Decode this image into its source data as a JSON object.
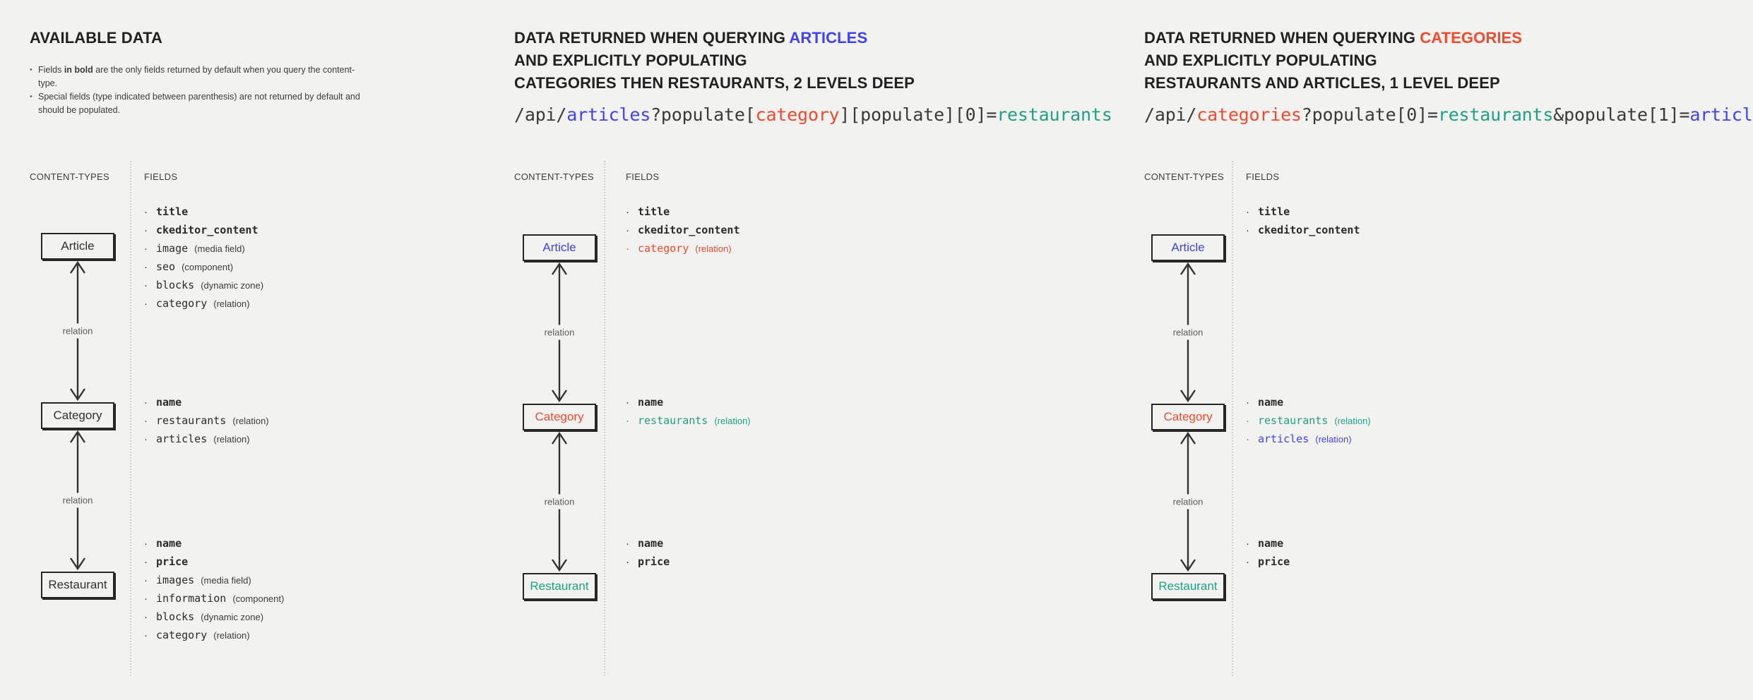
{
  "panels": [
    {
      "id": "available-data",
      "heading_plain": "AVAILABLE DATA",
      "notes": [
        {
          "pre": "Fields ",
          "bold": "in bold",
          "post": " are the only fields returned by default when you query the content-type."
        },
        {
          "pre": "Special fields (type indicated between parenthesis) are not returned by default and should be populated.",
          "bold": "",
          "post": ""
        }
      ],
      "columns": {
        "content_types": "CONTENT-TYPES",
        "fields": "FIELDS"
      },
      "nodes": [
        {
          "label": "Article",
          "color": "default"
        },
        {
          "label": "Category",
          "color": "default"
        },
        {
          "label": "Restaurant",
          "color": "default"
        }
      ],
      "relations": [
        {
          "label": "relation"
        },
        {
          "label": "relation"
        }
      ],
      "field_groups": [
        [
          {
            "name": "title",
            "type": "",
            "bold": true,
            "color": "default"
          },
          {
            "name": "ckeditor_content",
            "type": "",
            "bold": true,
            "color": "default"
          },
          {
            "name": "image",
            "type": "(media field)",
            "bold": false,
            "color": "default"
          },
          {
            "name": "seo",
            "type": "(component)",
            "bold": false,
            "color": "default"
          },
          {
            "name": "blocks",
            "type": "(dynamic zone)",
            "bold": false,
            "color": "default"
          },
          {
            "name": "category",
            "type": "(relation)",
            "bold": false,
            "color": "default"
          }
        ],
        [
          {
            "name": "name",
            "type": "",
            "bold": true,
            "color": "default"
          },
          {
            "name": "restaurants",
            "type": "(relation)",
            "bold": false,
            "color": "default"
          },
          {
            "name": "articles",
            "type": "(relation)",
            "bold": false,
            "color": "default"
          }
        ],
        [
          {
            "name": "name",
            "type": "",
            "bold": true,
            "color": "default"
          },
          {
            "name": "price",
            "type": "",
            "bold": true,
            "color": "default"
          },
          {
            "name": "images",
            "type": "(media field)",
            "bold": false,
            "color": "default"
          },
          {
            "name": "information",
            "type": "(component)",
            "bold": false,
            "color": "default"
          },
          {
            "name": "blocks",
            "type": "(dynamic zone)",
            "bold": false,
            "color": "default"
          },
          {
            "name": "category",
            "type": "(relation)",
            "bold": false,
            "color": "default"
          }
        ]
      ]
    },
    {
      "id": "query-articles",
      "heading_lines": [
        {
          "text": "DATA RETURNED WHEN QUERYING ",
          "accent": "ARTICLES",
          "accent_color": "blue"
        },
        {
          "text": "AND EXPLICITLY POPULATING",
          "accent": "",
          "accent_color": ""
        },
        {
          "text": "CATEGORIES THEN RESTAURANTS, 2 LEVELS DEEP",
          "accent": "",
          "accent_color": ""
        }
      ],
      "api_parts": [
        {
          "text": "/api/",
          "color": "default"
        },
        {
          "text": "articles",
          "color": "blue"
        },
        {
          "text": "?populate[",
          "color": "default"
        },
        {
          "text": "category",
          "color": "red"
        },
        {
          "text": "][populate][0]=",
          "color": "default"
        },
        {
          "text": "restaurants",
          "color": "teal"
        }
      ],
      "columns": {
        "content_types": "CONTENT-TYPES",
        "fields": "FIELDS"
      },
      "nodes": [
        {
          "label": "Article",
          "color": "blue"
        },
        {
          "label": "Category",
          "color": "red"
        },
        {
          "label": "Restaurant",
          "color": "teal"
        }
      ],
      "relations": [
        {
          "label": "relation"
        },
        {
          "label": "relation"
        }
      ],
      "field_groups": [
        [
          {
            "name": "title",
            "type": "",
            "bold": true,
            "color": "default"
          },
          {
            "name": "ckeditor_content",
            "type": "",
            "bold": true,
            "color": "default"
          },
          {
            "name": "category",
            "type": "(relation)",
            "bold": false,
            "color": "red"
          }
        ],
        [
          {
            "name": "name",
            "type": "",
            "bold": true,
            "color": "default"
          },
          {
            "name": "restaurants",
            "type": "(relation)",
            "bold": false,
            "color": "teal"
          }
        ],
        [
          {
            "name": "name",
            "type": "",
            "bold": true,
            "color": "default"
          },
          {
            "name": "price",
            "type": "",
            "bold": true,
            "color": "default"
          }
        ]
      ]
    },
    {
      "id": "query-categories",
      "heading_lines": [
        {
          "text": "DATA RETURNED WHEN QUERYING ",
          "accent": "CATEGORIES",
          "accent_color": "red"
        },
        {
          "text": "AND EXPLICITLY POPULATING",
          "accent": "",
          "accent_color": ""
        },
        {
          "text": "RESTAURANTS AND ARTICLES, 1 LEVEL DEEP",
          "accent": "",
          "accent_color": ""
        }
      ],
      "api_parts": [
        {
          "text": "/api/",
          "color": "default"
        },
        {
          "text": "categories",
          "color": "red"
        },
        {
          "text": "?populate[0]=",
          "color": "default"
        },
        {
          "text": "restaurants",
          "color": "teal"
        },
        {
          "text": "&populate[1]=",
          "color": "default"
        },
        {
          "text": "articles",
          "color": "blue"
        }
      ],
      "columns": {
        "content_types": "CONTENT-TYPES",
        "fields": "FIELDS"
      },
      "nodes": [
        {
          "label": "Article",
          "color": "blue"
        },
        {
          "label": "Category",
          "color": "red"
        },
        {
          "label": "Restaurant",
          "color": "teal"
        }
      ],
      "relations": [
        {
          "label": "relation"
        },
        {
          "label": "relation"
        }
      ],
      "field_groups": [
        [
          {
            "name": "title",
            "type": "",
            "bold": true,
            "color": "default"
          },
          {
            "name": "ckeditor_content",
            "type": "",
            "bold": true,
            "color": "default"
          }
        ],
        [
          {
            "name": "name",
            "type": "",
            "bold": true,
            "color": "default"
          },
          {
            "name": "restaurants",
            "type": "(relation)",
            "bold": false,
            "color": "teal"
          },
          {
            "name": "articles",
            "type": "(relation)",
            "bold": false,
            "color": "blue"
          }
        ],
        [
          {
            "name": "name",
            "type": "",
            "bold": true,
            "color": "default"
          },
          {
            "name": "price",
            "type": "",
            "bold": true,
            "color": "default"
          }
        ]
      ]
    }
  ],
  "colors": {
    "background": "#f2f2f1",
    "text": "#2b2b2b",
    "blue": "#4040ff",
    "red": "#f4492c",
    "teal": "#20a083",
    "divider": "#cfcfcd"
  }
}
